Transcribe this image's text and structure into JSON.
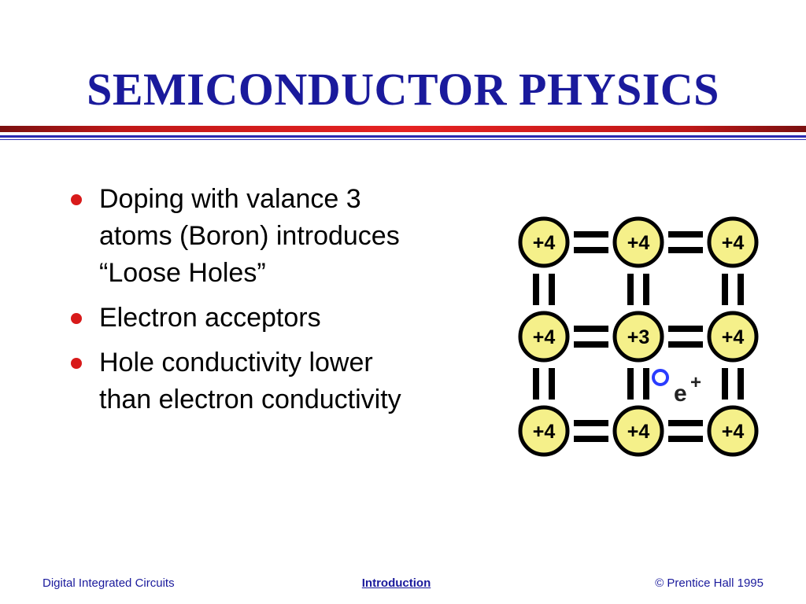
{
  "slide": {
    "title": "SEMICONDUCTOR PHYSICS"
  },
  "bullets": [
    {
      "text": "Doping with valance 3 atoms (Boron) introduces “Loose Holes”"
    },
    {
      "text": "Electron acceptors"
    },
    {
      "text": "Hole conductivity lower than electron conductivity"
    }
  ],
  "lattice": {
    "atoms": [
      [
        "+4",
        "+4",
        "+4"
      ],
      [
        "+4",
        "+3",
        "+4"
      ],
      [
        "+4",
        "+4",
        "+4"
      ]
    ],
    "hole_label": "e",
    "hole_superscript": "+",
    "atom_fill": "#f5f08a",
    "hole_color": "#2a3cff"
  },
  "footer": {
    "left": "Digital Integrated Circuits",
    "center": "Introduction",
    "right": "© Prentice Hall 1995"
  },
  "colors": {
    "title": "#1a1a9c",
    "bullet": "#d81a1a",
    "rule_red": "#e62222",
    "rule_blue": "#2a2ab0"
  }
}
